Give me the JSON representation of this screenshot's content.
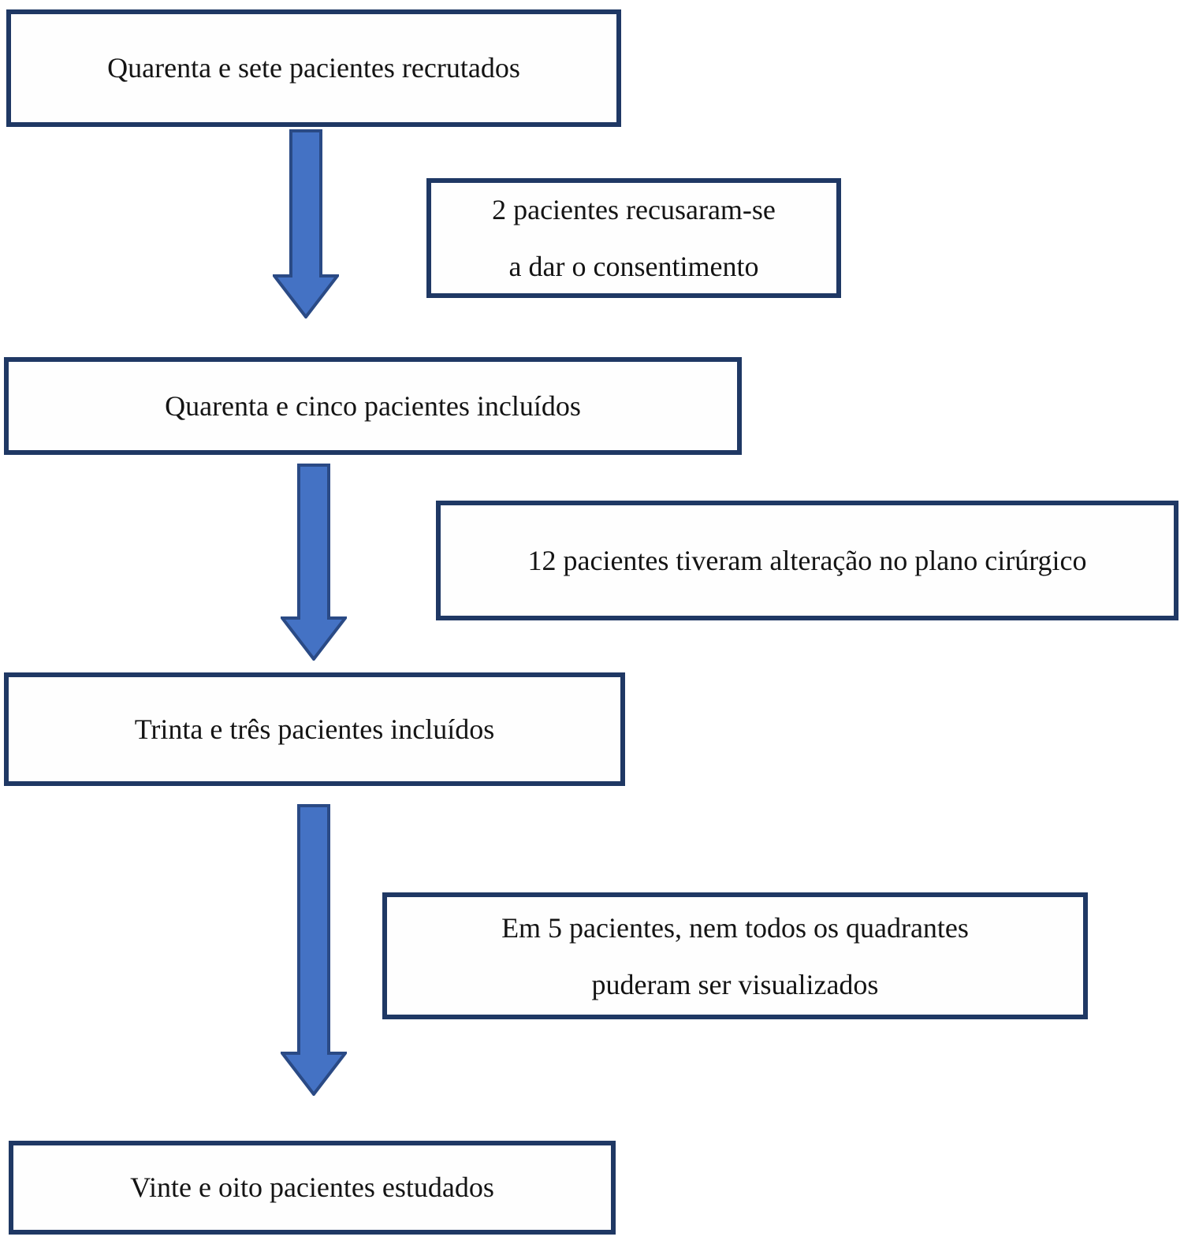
{
  "flowchart": {
    "colors": {
      "box_border": "#1f3864",
      "arrow_fill": "#4472c4",
      "arrow_outline": "#2a4a85",
      "background": "#ffffff",
      "text": "#141414"
    },
    "main_boxes": {
      "recruited": "Quarenta e sete pacientes recrutados",
      "included45": "Quarenta e cinco pacientes incluídos",
      "included33": "Trinta e três pacientes incluídos",
      "studied28": "Vinte e oito pacientes estudados"
    },
    "exclusion_boxes": {
      "consent": {
        "line1": "2 pacientes recusaram-se",
        "line2": "a dar o consentimento"
      },
      "surgical_plan": {
        "line1": "12 pacientes tiveram alteração no plano cirúrgico"
      },
      "quadrants": {
        "line1": "Em 5 pacientes, nem todos os quadrantes",
        "line2": "puderam ser visualizados"
      }
    }
  }
}
